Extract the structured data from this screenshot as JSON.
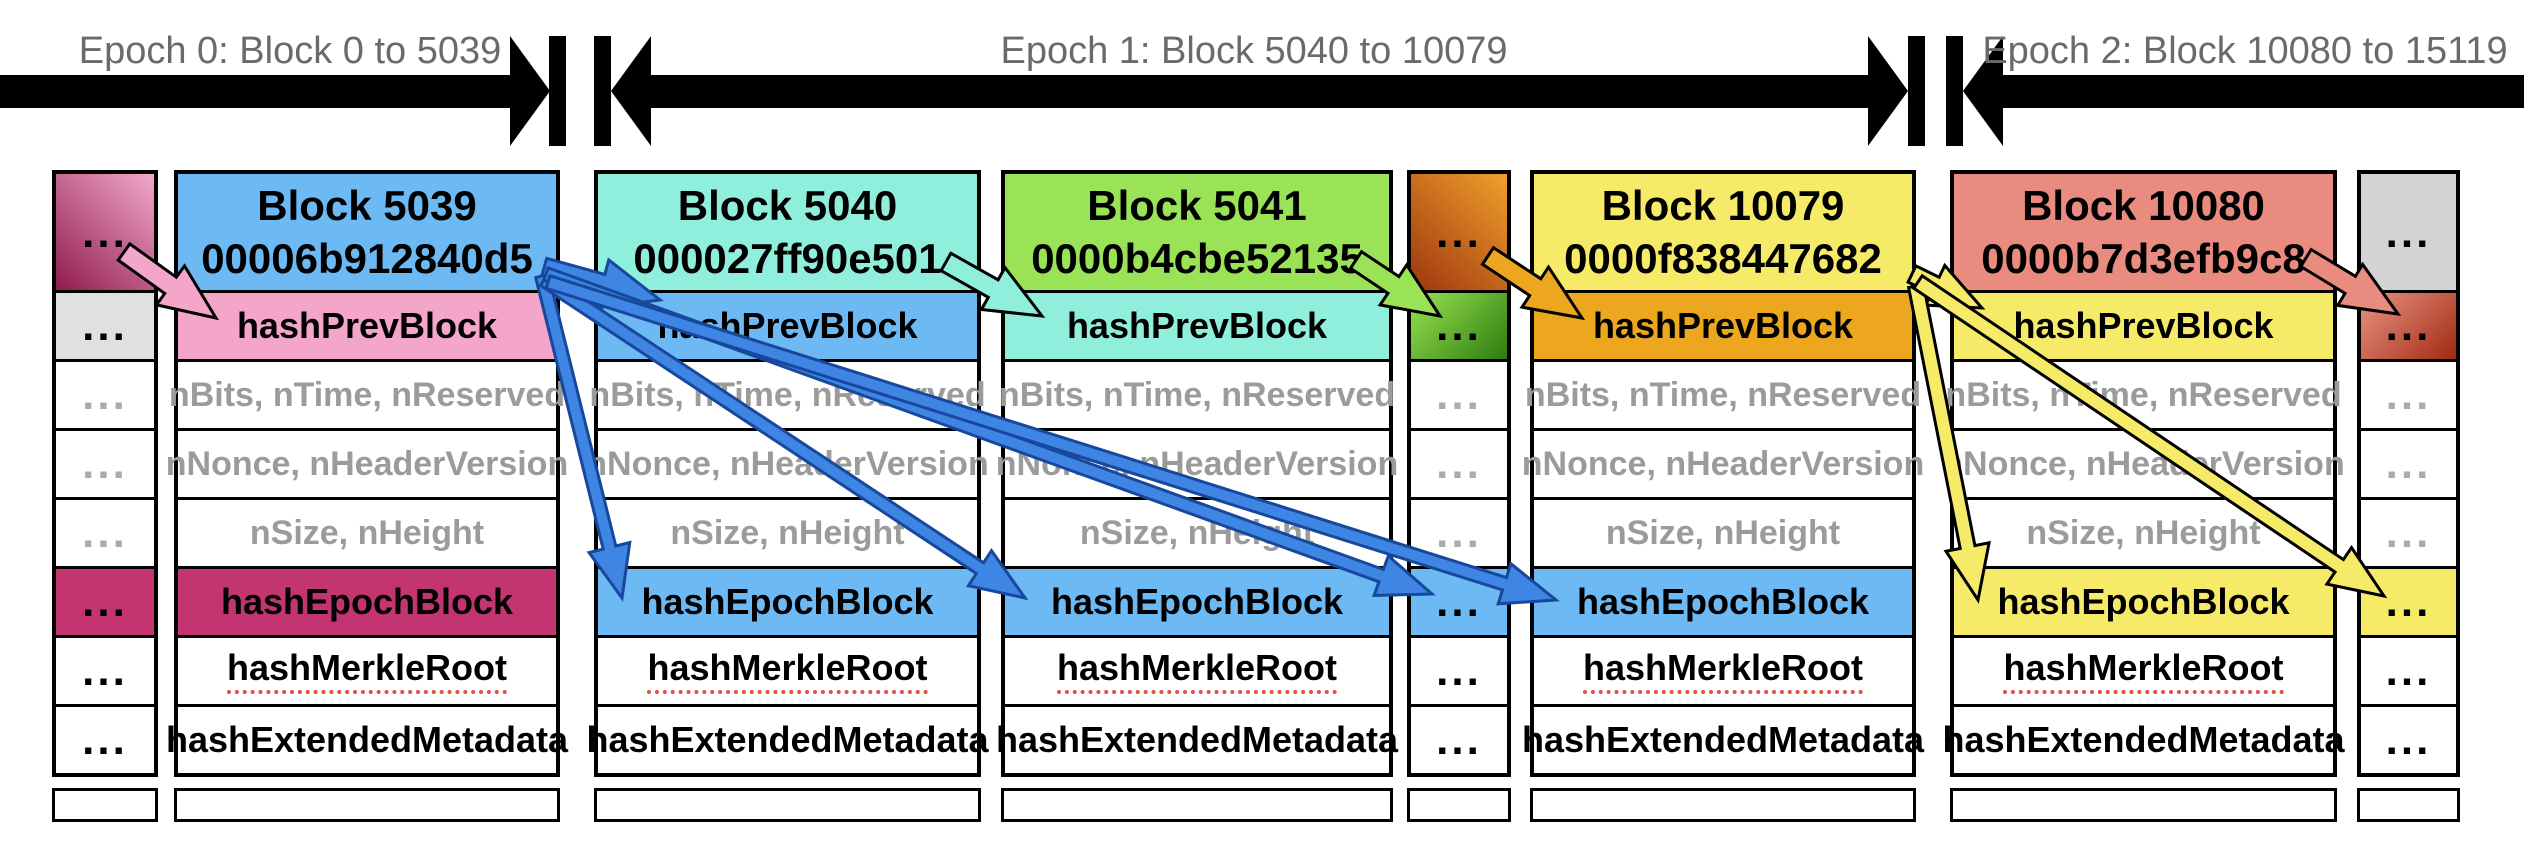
{
  "timeline": {
    "epochs": [
      {
        "label": "Epoch 0: Block 0 to 5039"
      },
      {
        "label": "Epoch 1: Block 5040 to 10079"
      },
      {
        "label": "Epoch 2: Block 10080 to 15119"
      }
    ]
  },
  "fields": {
    "prev": "hashPrevBlock",
    "bits": "nBits, nTime, nReserved",
    "nonce": "nNonce, nHeaderVersion",
    "size": "nSize, nHeight",
    "epoch": "hashEpochBlock",
    "merkle": "hashMerkleRoot",
    "meta": "hashExtendedMetadata"
  },
  "ellipsis": "...",
  "blocks": [
    {
      "title": "Block 5039",
      "hash": "00006b912840d5"
    },
    {
      "title": "Block 5040",
      "hash": "000027ff90e501"
    },
    {
      "title": "Block 5041",
      "hash": "0000b4cbe52135"
    },
    {
      "title": "Block 10079",
      "hash": "0000f838447682"
    },
    {
      "title": "Block 10080",
      "hash": "0000b7d3efb9c8"
    }
  ],
  "colors": {
    "blue_cell": "#6db9f3",
    "blue_arrow": "#3f86e4",
    "blue_outline": "#17489c",
    "pink": "#f3a6c9",
    "magenta": "#c23570",
    "magenta_dark": "#8e1a4e",
    "turquoise": "#8fefdc",
    "green": "#9ae357",
    "green_dark": "#2e7c10",
    "yellow": "#f6eb68",
    "orange": "#eca71f",
    "orange_dark": "#9e360e",
    "salmon": "#ea8b80",
    "red_dark": "#a22a12",
    "gray_cell": "#d3d3d3",
    "light_gray_cell": "#e0e0e0",
    "gray_text": "#9b9b9b",
    "epoch_label_text": "#6a6a6a",
    "merkle_underline": "#e2523a",
    "border": "#000000"
  },
  "arrows": [
    {
      "field": "hashPrevBlock",
      "from": "Block 5038 (...)",
      "to": "Block 5039",
      "color": "#f3a6c9"
    },
    {
      "field": "hashPrevBlock",
      "from": "Block 5039",
      "to": "Block 5040",
      "color": "#3f86e4"
    },
    {
      "field": "hashEpochBlock",
      "from": "Block 5039",
      "to": "Block 5040",
      "color": "#3f86e4"
    },
    {
      "field": "hashEpochBlock",
      "from": "Block 5039",
      "to": "Block 5041",
      "color": "#3f86e4"
    },
    {
      "field": "hashEpochBlock",
      "from": "Block 5039",
      "to": "epoch 1 blocks (...)",
      "color": "#3f86e4"
    },
    {
      "field": "hashEpochBlock",
      "from": "Block 5039",
      "to": "Block 10079",
      "color": "#3f86e4"
    },
    {
      "field": "hashPrevBlock",
      "from": "Block 5040",
      "to": "Block 5041",
      "color": "#8fefdc"
    },
    {
      "field": "hashPrevBlock",
      "from": "Block 5041",
      "to": "epoch 1 blocks (...)",
      "color": "#9ae357"
    },
    {
      "field": "hashPrevBlock",
      "from": "Block 10078 (...)",
      "to": "Block 10079",
      "color": "#eca71f"
    },
    {
      "field": "hashPrevBlock",
      "from": "Block 10079",
      "to": "Block 10080",
      "color": "#f6eb68"
    },
    {
      "field": "hashEpochBlock",
      "from": "Block 10079",
      "to": "Block 10080",
      "color": "#f6eb68"
    },
    {
      "field": "hashEpochBlock",
      "from": "Block 10079",
      "to": "epoch 2 blocks (...)",
      "color": "#f6eb68"
    },
    {
      "field": "hashPrevBlock",
      "from": "Block 10080",
      "to": "epoch 2 blocks (...)",
      "color": "#ea8b80"
    }
  ]
}
